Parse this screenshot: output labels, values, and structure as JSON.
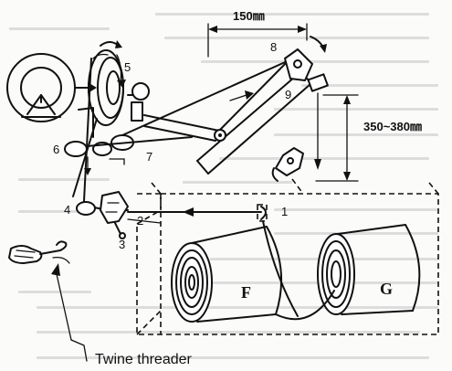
{
  "dimensions": {
    "horizontal": "150㎜",
    "vertical": "350~380㎜"
  },
  "part_numbers": [
    "1",
    "2",
    "3",
    "4",
    "5",
    "6",
    "7",
    "8",
    "9"
  ],
  "rolls": {
    "left": "F",
    "right": "G"
  },
  "caption": "Twine threader"
}
